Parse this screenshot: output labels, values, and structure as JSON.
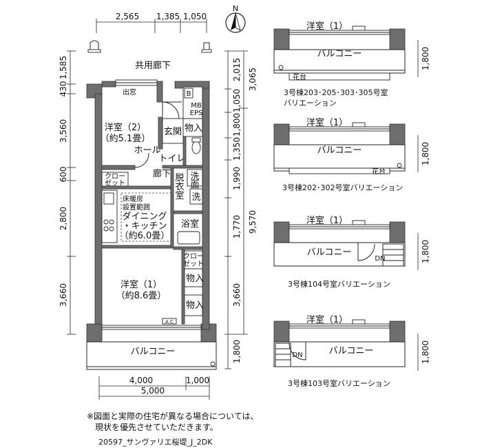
{
  "dims": {
    "top": [
      "2,565",
      "1,385",
      "1,050"
    ],
    "left": [
      "1,585",
      "430",
      "3,560",
      "600",
      "2,800",
      "3,660"
    ],
    "right_inner": [
      "2,015",
      "1,050",
      "1,800",
      "1,350",
      "1,990",
      "1,770",
      "3,660",
      "1,800"
    ],
    "right_outer": [
      "3,065",
      "9,570"
    ],
    "bottom_row1": [
      "4,000",
      "1,000"
    ],
    "bottom_row2": "5,000"
  },
  "rooms": {
    "corridor": "共用廊下",
    "bay_window": "出窓",
    "room2_title": "洋室（2）",
    "room2_size": "（約5.1畳）",
    "entrance": "玄関",
    "storage_top": "物入",
    "mb": "MB",
    "eps": "EPS",
    "b_box": "B",
    "hall": "ホール",
    "toilet": "トイレ",
    "hallway": "廊下",
    "closet_left": "クロー\nゼット",
    "floorheat": "床暖房\n設置範囲",
    "dining1": "ダイニング",
    "dining2": "・キッチン",
    "dining_size": "（約6.0畳）",
    "dressing": "脱\n衣\n室",
    "wash1": "洗",
    "wash2": "面",
    "washer": "洗",
    "bath": "浴室",
    "closet_right": "クロー\nゼット",
    "storage2": "物入",
    "storage3": "物入",
    "room1_title": "洋室（1）",
    "room1_size": "（約8.6畳）",
    "balcony": "バルコニー",
    "ac": "A C"
  },
  "compass": "N",
  "variations": [
    {
      "room": "洋室（1）",
      "balcony": "バルコニー",
      "extra": "花台",
      "caption1": "3号棟203･205･303･305号室",
      "caption2": "バリエーション",
      "dim": "1,800"
    },
    {
      "room": "洋室（1）",
      "balcony": "バルコニー",
      "extra": "花台",
      "caption1": "3号棟202･302号室バリエーション",
      "caption2": "",
      "dim": "1,800"
    },
    {
      "room": "洋室（1）",
      "balcony": "バルコニー",
      "extra": "DN",
      "caption1": "3号棟104号室バリエーション",
      "caption2": "",
      "dim": "1,800"
    },
    {
      "room": "洋室（1）",
      "balcony": "バルコニー",
      "extra": "DN",
      "caption1": "3号棟103号室バリエーション",
      "caption2": "",
      "dim": "1,800"
    }
  ],
  "notes": {
    "line1": "※図面と実際の住宅が異なる場合については、",
    "line2": "現状を優先させていただきます。",
    "code": "20597_サンヴァリエ桜堤_J_2DK"
  }
}
